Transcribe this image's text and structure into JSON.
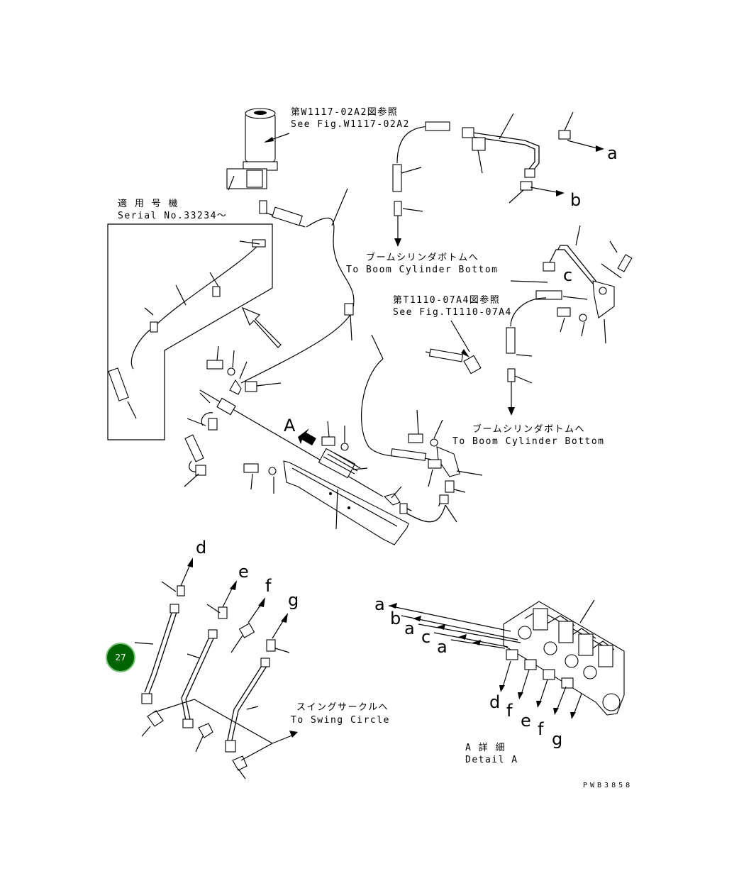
{
  "callouts": {
    "motor_ref_jp": "第W1117-02A2図参照",
    "motor_ref_en": "See Fig.W1117-02A2",
    "serial_jp": "適 用 号 機",
    "serial_en": "Serial No.33234～",
    "boom1_jp": "ブームシリンダボトムへ",
    "boom1_en": "To Boom Cylinder Bottom",
    "ref2_jp": "第T1110-07A4図参照",
    "ref2_en": "See Fig.T1110-07A4",
    "boom2_jp": "ブームシリンダボトムへ",
    "boom2_en": "To Boom Cylinder Bottom",
    "swing_jp": "スイングサークルへ",
    "swing_en": "To Swing Circle",
    "detail_jp": "A 詳 細",
    "detail_en": "Detail A",
    "view_a": "A",
    "drawing_no": "PWB3858"
  },
  "port_letters": {
    "a_top": "a",
    "b_top": "b",
    "c_mid": "c",
    "d": "d",
    "e": "e",
    "f": "f",
    "g": "g",
    "det_a1": "a",
    "det_b": "b",
    "det_a2": "a",
    "det_c": "c",
    "det_a3": "a",
    "det_d": "d",
    "det_f": "f",
    "det_e": "e",
    "det_f2": "f",
    "det_g": "g"
  },
  "badge": {
    "number": "27",
    "color": "#006400"
  }
}
